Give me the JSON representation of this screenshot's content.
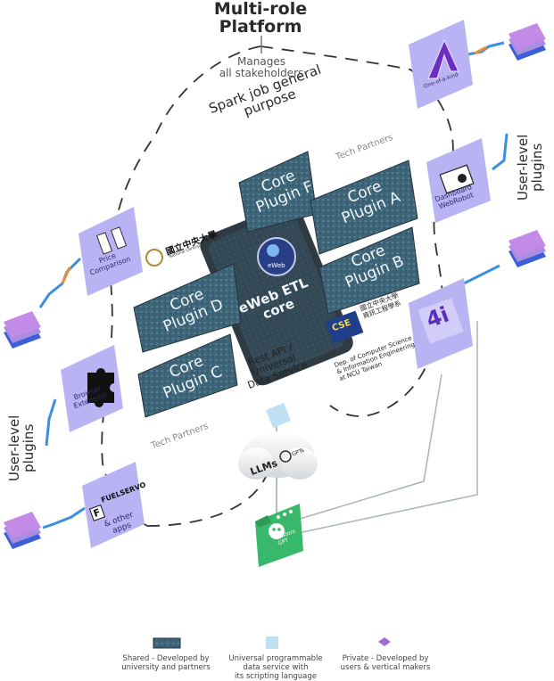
{
  "header": {
    "title": "Multi-role\nPlatform",
    "subtitle": "Manages\nall stakeholders"
  },
  "labels": {
    "spark": "Spark job general\npurpose",
    "tech_partners_top": "Tech Partners",
    "tech_partners_bottom": "Tech Partners",
    "user_level_right": "User-level\nplugins",
    "user_level_left": "User-level\nplugins",
    "rest_api": "Rest API /\nUniversal\nData Service"
  },
  "core": {
    "name": "eWeb ETL\ncore",
    "logo_text": "eWeb",
    "plugins": {
      "f": "Core\nPlugin F",
      "a": "Core\nPlugin A",
      "b": "Core\nPlugin B",
      "d": "Core\nPlugin D",
      "c": "Core\nPlugin C"
    }
  },
  "cards": {
    "price": "Price\nComparison",
    "browser": "Browser\nExtension",
    "fuelservo": "& other\napps",
    "fuelservo_brand": "FUELSERVO",
    "fuelservo_letter": "F",
    "dashboard": "Dashboard\nWebRobot",
    "one_of_a_kind": "One-of-a-kind",
    "ai_letters": "4i"
  },
  "partners": {
    "ncu_name": "國立中央大學",
    "ncu_english": "National Central University",
    "cse_badge": "CSE",
    "cse_chinese": "國立中央大學\n資訊工程學系",
    "cse_english": "Dep. of Computer Science\n& Information Engineering\nat NCU Taiwan"
  },
  "cloud": {
    "llms": "LLMs",
    "gpts": "GPTs"
  },
  "custom": {
    "label": "Custom\nGPT"
  },
  "legend": [
    {
      "text": "Shared - Developed by\nuniversity and partners",
      "color": "#3e6478"
    },
    {
      "text": "Universal programmable\ndata service with\nits scripting language",
      "color": "#bfe0f2"
    },
    {
      "text": "Private - Developed by\nusers & vertical makers",
      "color": "#9a6fd8"
    }
  ],
  "colors": {
    "card": "#b9b3f4",
    "core_chip": "#3b5a6b",
    "stack_top": "#c38ae8",
    "stack_mid": "#a88ee0",
    "stack_bottom": "#3d5fd6",
    "cable_blue": "#3a8fe0",
    "cable_orange": "#e8913a",
    "custom_gpt": "#37b86a"
  }
}
